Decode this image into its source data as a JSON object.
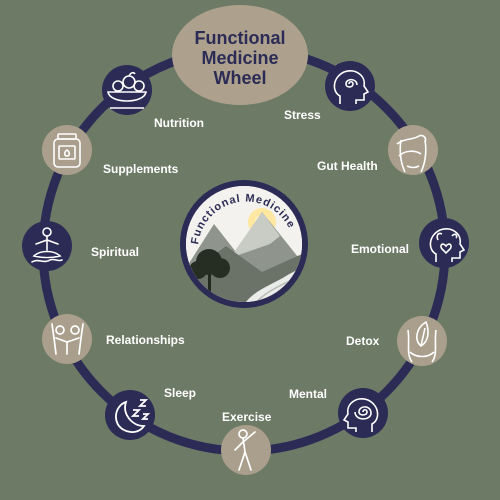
{
  "title": {
    "line1": "Functional",
    "line2": "Medicine",
    "line3": "Wheel"
  },
  "center": {
    "label": "Functional Medicine"
  },
  "nodes": [
    {
      "id": "stress",
      "label": "Stress",
      "icon": "head-spiral-icon"
    },
    {
      "id": "gut-health",
      "label": "Gut Health",
      "icon": "belly-hands-icon"
    },
    {
      "id": "emotional",
      "label": "Emotional",
      "icon": "head-heart-leaves-icon"
    },
    {
      "id": "detox",
      "label": "Detox",
      "icon": "body-leaf-icon"
    },
    {
      "id": "mental",
      "label": "Mental",
      "icon": "head-spiral-brain-icon"
    },
    {
      "id": "exercise",
      "label": "Exercise",
      "icon": "stretching-person-icon"
    },
    {
      "id": "sleep",
      "label": "Sleep",
      "icon": "moon-zzz-icon"
    },
    {
      "id": "relationships",
      "label": "Relationships",
      "icon": "two-people-hug-icon"
    },
    {
      "id": "spiritual",
      "label": "Spiritual",
      "icon": "meditation-icon"
    },
    {
      "id": "supplements",
      "label": "Supplements",
      "icon": "supplement-jar-icon"
    },
    {
      "id": "nutrition",
      "label": "Nutrition",
      "icon": "fruit-bowl-icon"
    }
  ],
  "colors": {
    "background": "#6d7a66",
    "ring": "#2b2b56",
    "node_dark": "#2b2b56",
    "node_beige": "#a99f8c",
    "title_bubble": "#ada18e",
    "title_text": "#2b2b56",
    "label_text": "#ffffff"
  }
}
